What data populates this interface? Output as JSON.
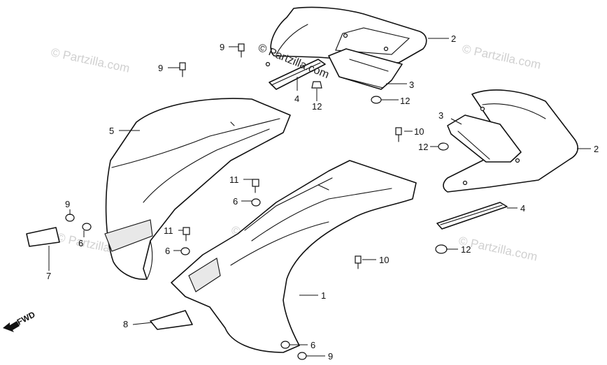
{
  "watermarks": {
    "main": "© Partzilla.com",
    "repeat": "© Partzilla.com"
  },
  "direction": {
    "label": "FWD"
  },
  "callouts": [
    {
      "id": "c1",
      "label": "1"
    },
    {
      "id": "c2a",
      "label": "2"
    },
    {
      "id": "c2b",
      "label": "2"
    },
    {
      "id": "c3a",
      "label": "3"
    },
    {
      "id": "c3b",
      "label": "3"
    },
    {
      "id": "c4a",
      "label": "4"
    },
    {
      "id": "c4b",
      "label": "4"
    },
    {
      "id": "c5",
      "label": "5"
    },
    {
      "id": "c6a",
      "label": "6"
    },
    {
      "id": "c6b",
      "label": "6"
    },
    {
      "id": "c6c",
      "label": "6"
    },
    {
      "id": "c6d",
      "label": "6"
    },
    {
      "id": "c7",
      "label": "7"
    },
    {
      "id": "c8",
      "label": "8"
    },
    {
      "id": "c9a",
      "label": "9"
    },
    {
      "id": "c9b",
      "label": "9"
    },
    {
      "id": "c9c",
      "label": "9"
    },
    {
      "id": "c9d",
      "label": "9"
    },
    {
      "id": "c10a",
      "label": "10"
    },
    {
      "id": "c10b",
      "label": "10"
    },
    {
      "id": "c11a",
      "label": "11"
    },
    {
      "id": "c11b",
      "label": "11"
    },
    {
      "id": "c12a",
      "label": "12"
    },
    {
      "id": "c12b",
      "label": "12"
    },
    {
      "id": "c12c",
      "label": "12"
    },
    {
      "id": "c12d",
      "label": "12"
    }
  ]
}
